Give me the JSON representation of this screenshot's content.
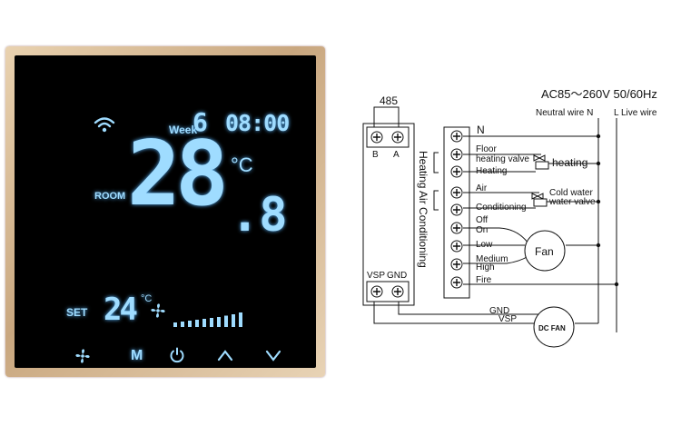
{
  "thermostat": {
    "week_label": "Week",
    "week_day": "6",
    "clock": "08:00",
    "room_label": "ROOM",
    "room_temp": "28",
    "room_temp_decimal": ".8",
    "room_unit": "°C",
    "set_label": "SET",
    "set_temp": "24",
    "set_unit": "°C",
    "fan_speed_level": "10 of 10 bars",
    "buttons": {
      "fan_icon": "fan-icon",
      "mode_label": "M",
      "power_icon": "power-icon",
      "up_icon": "chevron-up-icon",
      "down_icon": "chevron-down-icon"
    },
    "lcd_color": "#9fdcff"
  },
  "wiring": {
    "terminal_top_label": "485",
    "term_b": "B",
    "term_a": "A",
    "term_vsp": "VSP",
    "term_gnd": "GND",
    "vertical_label": "Heating Air Conditioning",
    "power_label": "AC85～260V 50/60Hz",
    "neutral_label": "Neutral wire N",
    "live_label": "L Live wire",
    "rows": {
      "n": "N",
      "floor1": "Floor",
      "floor2": "heating valve",
      "heating": "Heating",
      "air": "Air",
      "conditioning": "Conditioning",
      "off": "Off",
      "on": "On",
      "low": "Low",
      "medium": "Medium",
      "high": "High",
      "fire": "Fire",
      "gnd": "GND",
      "vsp": "VSP"
    },
    "heating_valve_label": "heating",
    "cold_valve_1": "Cold water",
    "cold_valve_2": "water valve",
    "fan_label": "Fan",
    "dc_fan_label": "DC FAN"
  }
}
